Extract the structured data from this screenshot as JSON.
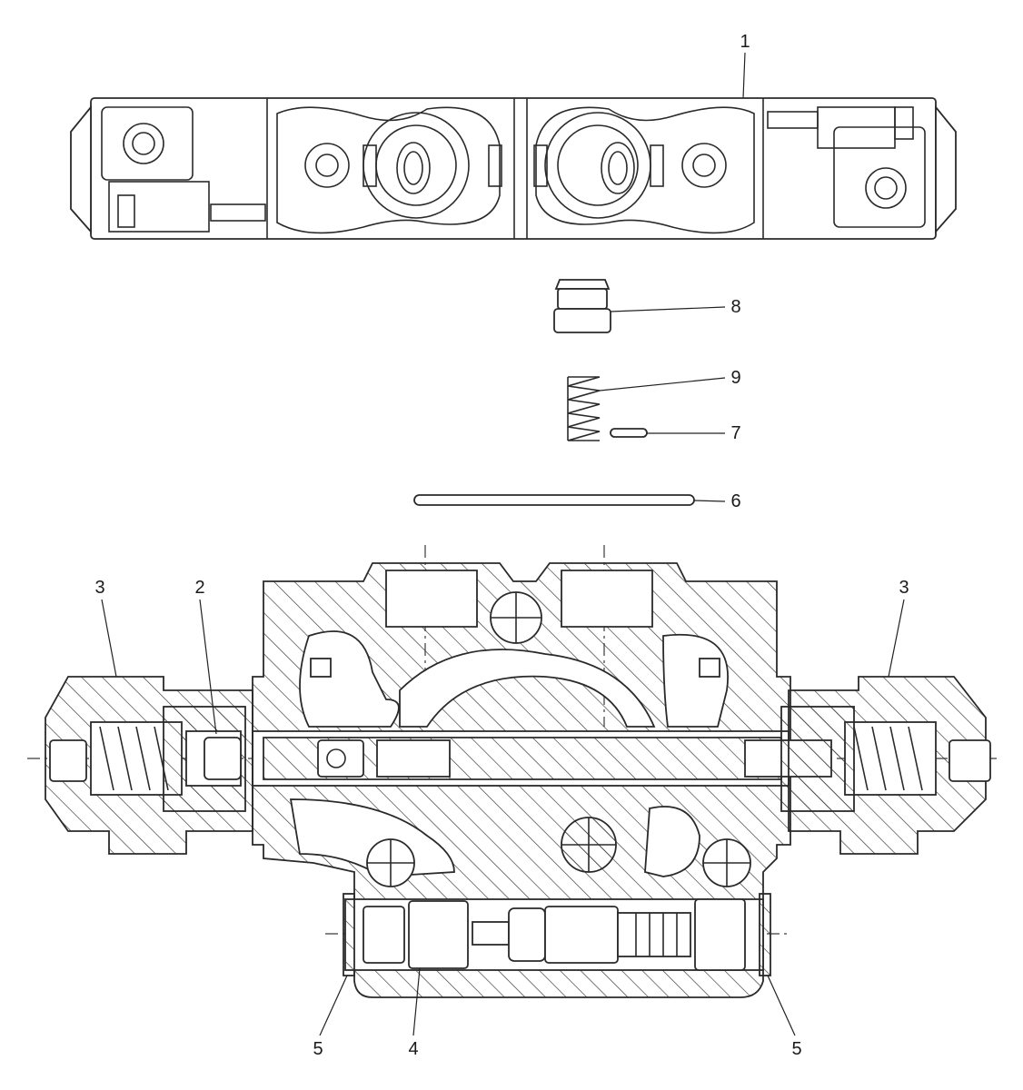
{
  "callouts": [
    {
      "id": "1",
      "label": "1"
    },
    {
      "id": "8",
      "label": "8"
    },
    {
      "id": "9",
      "label": "9"
    },
    {
      "id": "7",
      "label": "7"
    },
    {
      "id": "6",
      "label": "6"
    },
    {
      "id": "3-left",
      "label": "3"
    },
    {
      "id": "2",
      "label": "2"
    },
    {
      "id": "3-right",
      "label": "3"
    },
    {
      "id": "5-left",
      "label": "5"
    },
    {
      "id": "4",
      "label": "4"
    },
    {
      "id": "5-right",
      "label": "5"
    }
  ]
}
